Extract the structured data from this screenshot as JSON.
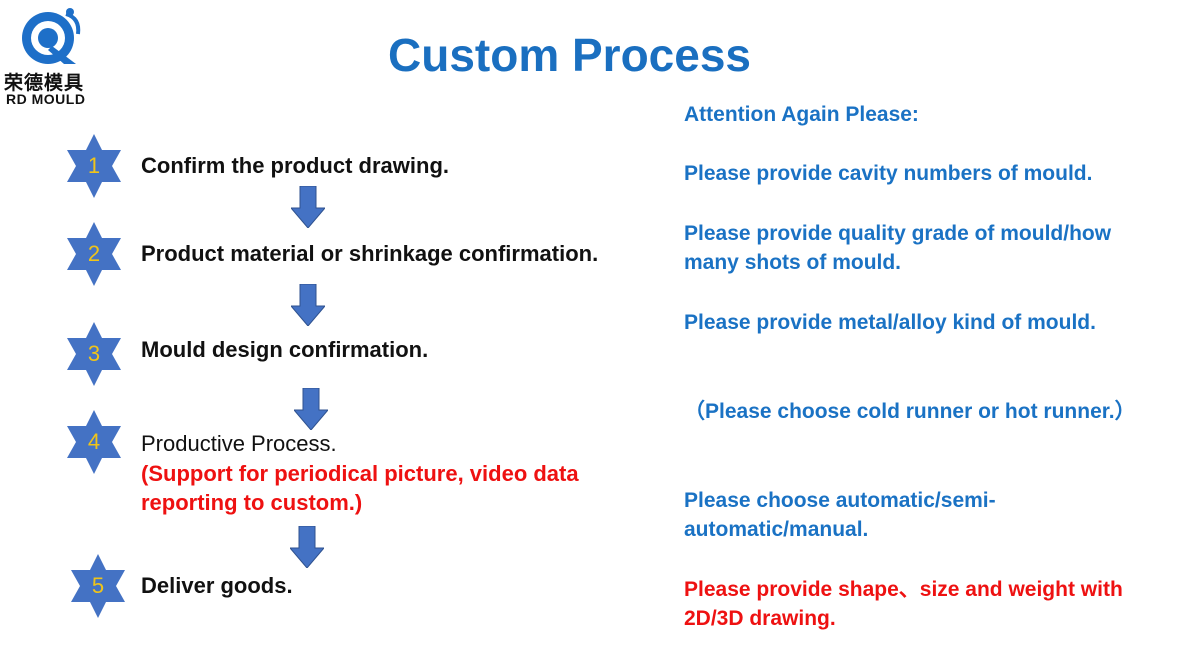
{
  "logo": {
    "cn": "荣德模具",
    "en": "RD MOULD"
  },
  "title": "Custom Process",
  "colors": {
    "accent_blue": "#1a6fc0",
    "star_fill": "#4472c4",
    "number": "#f0c419",
    "warning_red": "#ee1111"
  },
  "steps": [
    {
      "num": "1",
      "text": "Confirm the product drawing."
    },
    {
      "num": "2",
      "text": "Product material or shrinkage confirmation."
    },
    {
      "num": "3",
      "text": "Mould design confirmation."
    },
    {
      "num": "4",
      "text": "Productive Process.",
      "note": "(Support for periodical picture, video data reporting to custom.)"
    },
    {
      "num": "5",
      "text": "Deliver goods."
    }
  ],
  "attention": {
    "heading": "Attention  Again  Please:",
    "items": [
      {
        "text": "Please provide cavity numbers of mould.",
        "color": "#1a72c4"
      },
      {
        "text": "Please provide  quality grade of mould/how many shots of mould.",
        "color": "#1a72c4"
      },
      {
        "text": "Please provide  metal/alloy kind  of mould.",
        "color": "#1a72c4"
      },
      {
        "text": "（Please choose  cold runner or hot runner.）",
        "color": "#1a72c4"
      },
      {
        "text": "Please choose automatic/semi-automatic/manual.",
        "color": "#1a72c4"
      },
      {
        "text": "Please provide shape、size and weight with 2D/3D drawing.",
        "color": "#ee1111"
      }
    ]
  }
}
